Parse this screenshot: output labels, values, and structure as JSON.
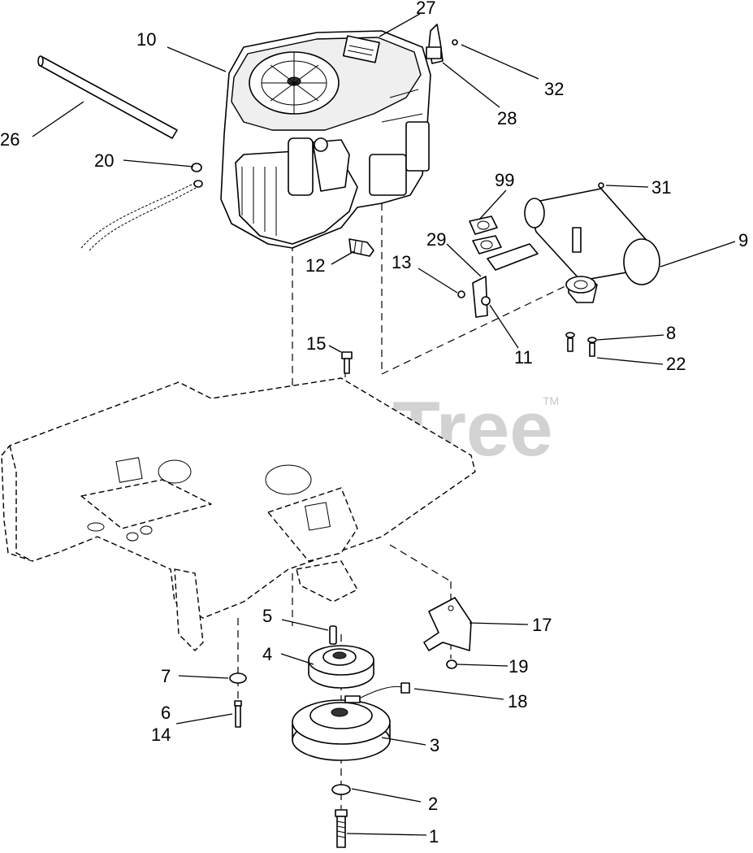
{
  "watermark": {
    "brand": "PartsTree",
    "trademark": "TM"
  },
  "callouts": [
    {
      "id": "c27",
      "text": "27"
    },
    {
      "id": "c10",
      "text": "10"
    },
    {
      "id": "c32",
      "text": "32"
    },
    {
      "id": "c28",
      "text": "28"
    },
    {
      "id": "c26",
      "text": "26"
    },
    {
      "id": "c20",
      "text": "20"
    },
    {
      "id": "c99",
      "text": "99"
    },
    {
      "id": "c31",
      "text": "31"
    },
    {
      "id": "c9",
      "text": "9"
    },
    {
      "id": "c29",
      "text": "29"
    },
    {
      "id": "c13",
      "text": "13"
    },
    {
      "id": "c12",
      "text": "12"
    },
    {
      "id": "c8",
      "text": "8"
    },
    {
      "id": "c11",
      "text": "11"
    },
    {
      "id": "c22",
      "text": "22"
    },
    {
      "id": "c15",
      "text": "15"
    },
    {
      "id": "c5",
      "text": "5"
    },
    {
      "id": "c17",
      "text": "17"
    },
    {
      "id": "c4",
      "text": "4"
    },
    {
      "id": "c7",
      "text": "7"
    },
    {
      "id": "c19",
      "text": "19"
    },
    {
      "id": "c18",
      "text": "18"
    },
    {
      "id": "c6",
      "text": "6"
    },
    {
      "id": "c14",
      "text": "14"
    },
    {
      "id": "c3",
      "text": "3"
    },
    {
      "id": "c2",
      "text": "2"
    },
    {
      "id": "c1",
      "text": "1"
    }
  ]
}
